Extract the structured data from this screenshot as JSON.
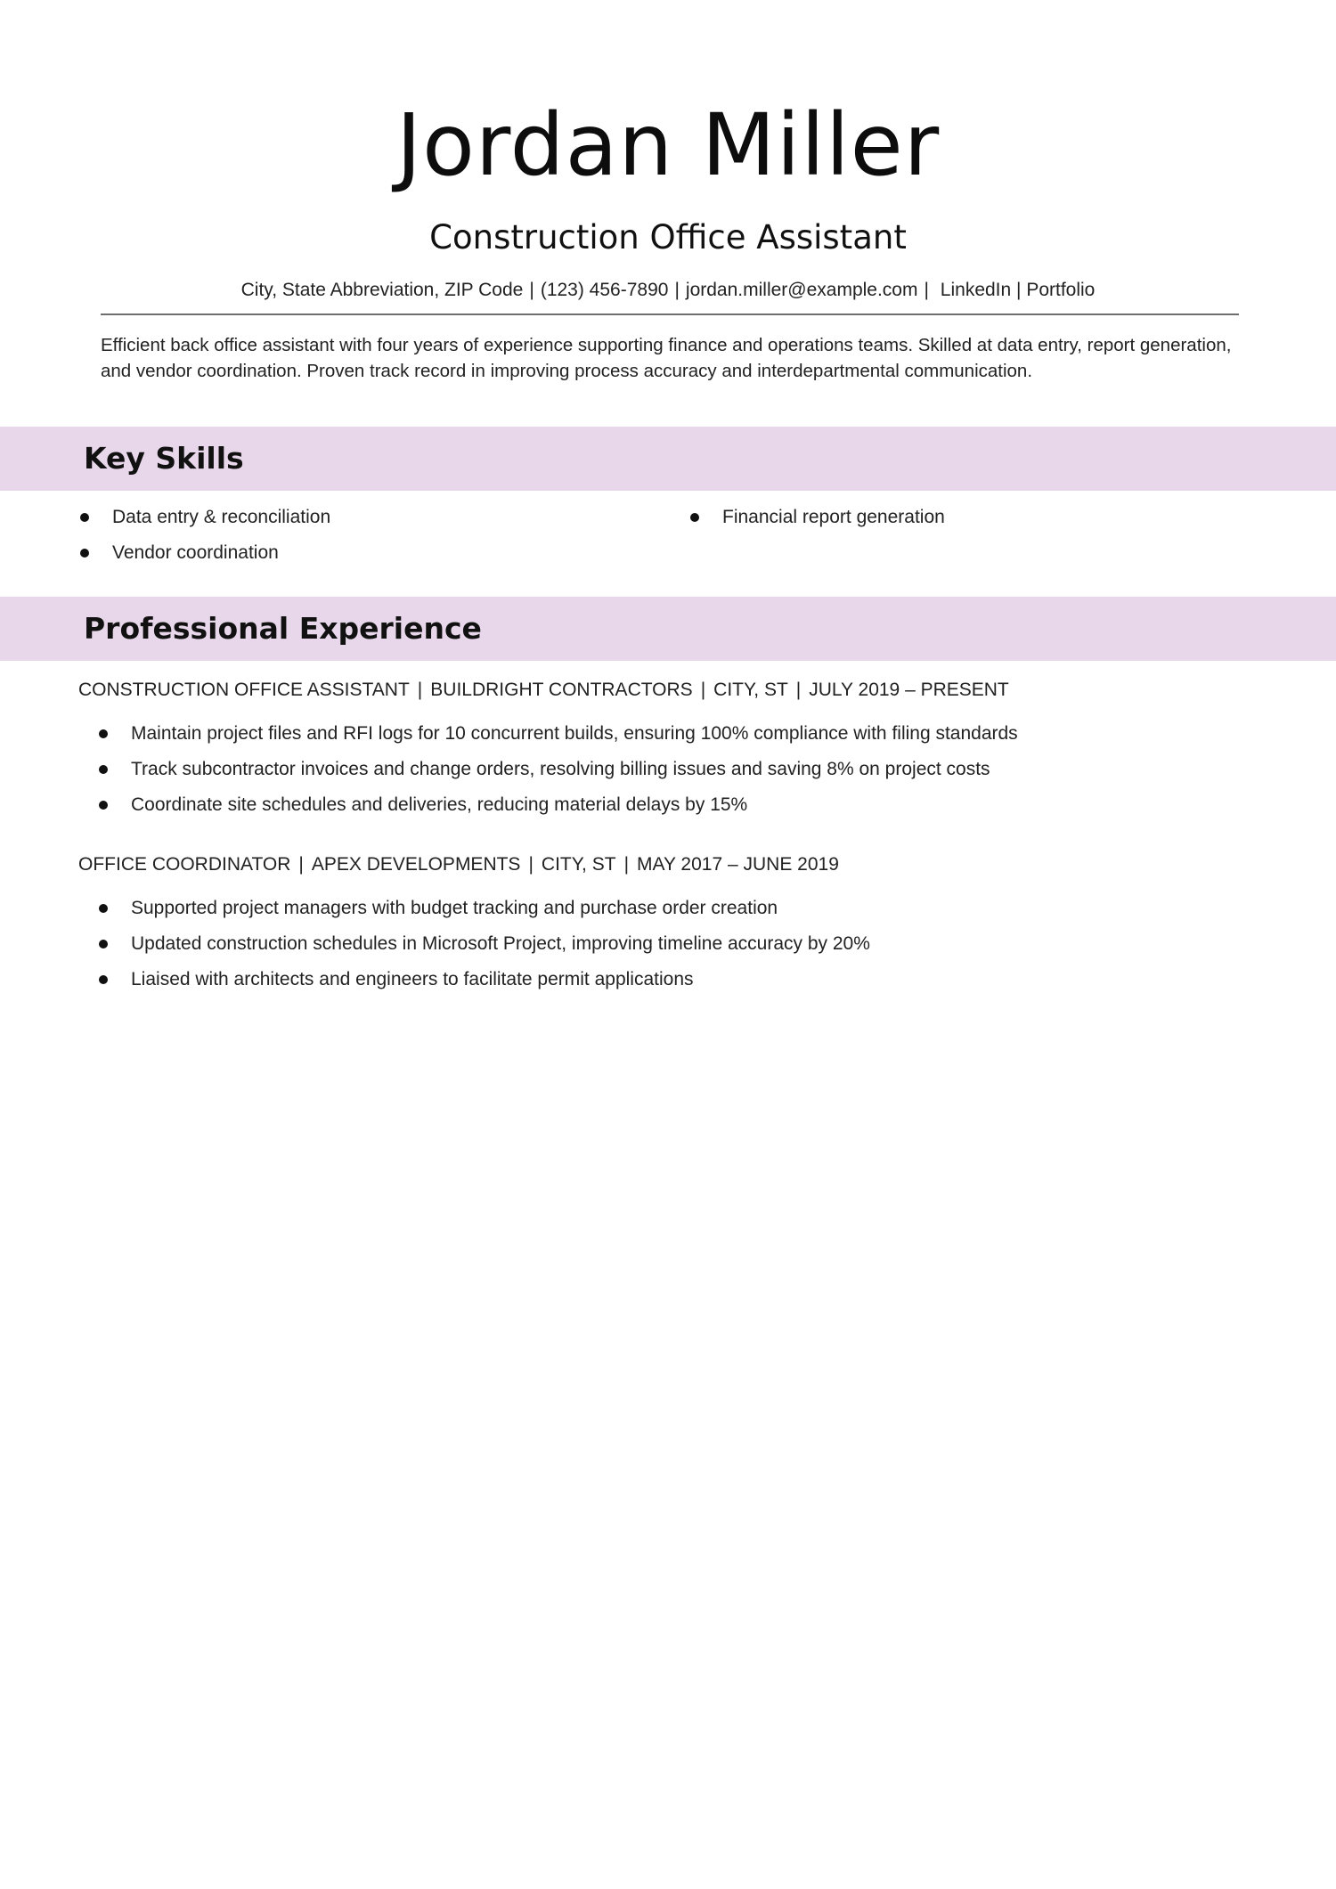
{
  "header": {
    "name": "Jordan Miller",
    "title": "Construction Office Assistant",
    "contact": {
      "location": "City, State Abbreviation, ZIP Code",
      "phone": "(123) 456-7890",
      "email": "jordan.miller@example.com",
      "links": "LinkedIn | Portfolio"
    }
  },
  "summary": "Efficient back office assistant with four years of experience supporting finance and operations teams. Skilled at data entry, report generation, and vendor coordination. Proven track record in improving process accuracy and interdepartmental communication.",
  "sections": {
    "skills_heading": "Key Skills",
    "experience_heading": "Professional Experience",
    "accent_color": "#e8d7ea"
  },
  "skills": [
    "Data entry & reconciliation",
    "Financial report generation",
    "Vendor coordination"
  ],
  "experience": [
    {
      "role": "Construction Office Assistant",
      "company": "BuildRight Contractors",
      "location": "City, ST",
      "dates": "July 2019 – Present",
      "bullets": [
        "Maintain project files and RFI logs for 10 concurrent builds, ensuring 100% compliance with filing standards",
        "Track subcontractor invoices and change orders, resolving billing issues and saving 8% on project costs",
        "Coordinate site schedules and deliveries, reducing material delays by 15%"
      ]
    },
    {
      "role": "Office Coordinator",
      "company": "Apex Developments",
      "location": "City, ST",
      "dates": "May 2017 – June 2019",
      "bullets": [
        "Supported project managers with budget tracking and purchase order creation",
        "Updated construction schedules in Microsoft Project, improving timeline accuracy by 20%",
        "Liaised with architects and engineers to facilitate permit applications"
      ]
    }
  ],
  "separators": {
    "pipe": "|"
  }
}
